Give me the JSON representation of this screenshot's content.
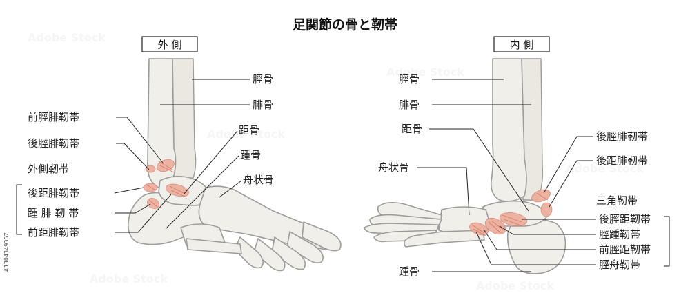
{
  "title": "足関節の骨と靭帯",
  "watermark": "Adobe Stock",
  "stock_id": "#1304349357",
  "lateral": {
    "view_label": "外 側",
    "labels": {
      "tibia": "脛骨",
      "fibula": "腓骨",
      "talus": "距骨",
      "calcaneus": "踵骨",
      "navicular": "舟状骨",
      "atfl_upper": "前脛腓靭帯",
      "ptfl_upper": "後脛腓靭帯",
      "lateral_group": "外側靭帯",
      "post_talofibular": "後距腓靭帯",
      "calcaneofibular": "踵 腓 靭 帯",
      "ant_talofibular": "前距腓靭帯"
    }
  },
  "medial": {
    "view_label": "内 側",
    "labels": {
      "tibia": "脛骨",
      "fibula": "腓骨",
      "talus": "距骨",
      "navicular": "舟状骨",
      "calcaneus": "踵骨",
      "post_tibiofibular": "後脛腓靭帯",
      "post_talofibular": "後距腓靭帯",
      "deltoid_group": "三角靭帯",
      "post_tibiotalar": "後脛距靭帯",
      "tibiocalcaneal": "脛踵靭帯",
      "ant_tibiotalar": "前脛距靭帯",
      "tibionavicular": "脛舟靭帯"
    }
  },
  "colors": {
    "bone_fill": "#f1efe9",
    "bone_stroke": "#9b9b9b",
    "ligament": "#ecae9c",
    "text": "#222222"
  }
}
